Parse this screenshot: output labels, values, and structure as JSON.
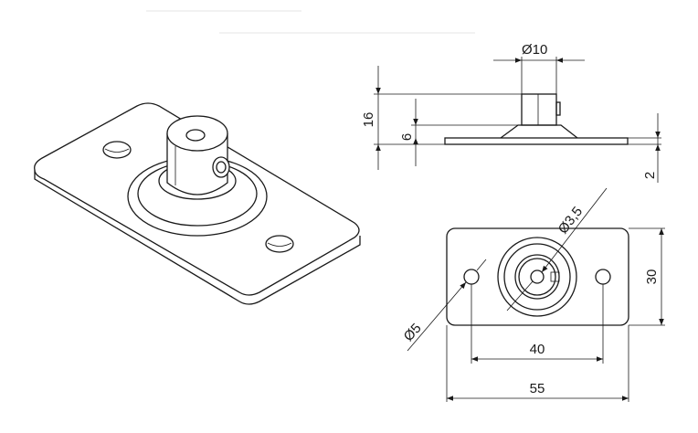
{
  "dimensions": {
    "shaft_diameter": "10",
    "height_total": "16",
    "height_boss": "6",
    "plate_thickness": "2",
    "hole_inner_diameter": "3,5",
    "hole_diameter": "5",
    "hole_spacing": "40",
    "plate_width": "30",
    "plate_length": "55"
  },
  "symbols": {
    "diameter": "Ø"
  }
}
